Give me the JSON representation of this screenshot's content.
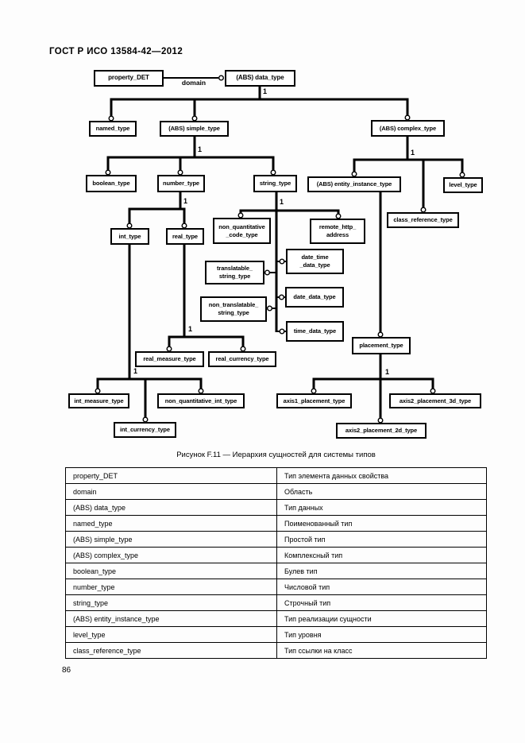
{
  "page": {
    "header": "ГОСТ Р ИСО 13584-42—2012",
    "page_number": "86"
  },
  "diagram": {
    "cardinality_label": "1",
    "relation_label": "domain",
    "caption": "Рисунок F.11 — Иерархия сущностей для системы типов",
    "nodes": {
      "property_det": "property_DET",
      "data_type": "(ABS) data_type",
      "named_type": "named_type",
      "simple_type": "(ABS) simple_type",
      "complex_type": "(ABS) complex_type",
      "boolean_type": "boolean_type",
      "number_type": "number_type",
      "string_type": "string_type",
      "entity_instance_type": "(ABS) entity_instance_type",
      "level_type": "level_type",
      "class_reference_type": "class_reference_type",
      "int_type": "int_type",
      "real_type": "real_type",
      "non_quantitative_code_type": "non_quantitative\n_code_type",
      "remote_http_address": "remote_http_\naddress",
      "translatable_string_type": "translatable_\nstring_type",
      "date_time_data_type": "date_time\n_data_type",
      "non_translatable_string_type": "non_translatable_\nstring_type",
      "date_data_type": "date_data_type",
      "time_data_type": "time_data_type",
      "placement_type": "placement_type",
      "real_measure_type": "real_measure_type",
      "real_currency_type": "real_currency_type",
      "int_measure_type": "int_measure_type",
      "non_quantitative_int_type": "non_quantitative_int_type",
      "int_currency_type": "int_currency_type",
      "axis1_placement_type": "axis1_placement_type",
      "axis2_placement_3d_type": "axis2_placement_3d_type",
      "axis2_placement_2d_type": "axis2_placement_2d_type"
    }
  },
  "table": {
    "rows": [
      {
        "term": "property_DET",
        "definition": "Тип элемента данных свойства"
      },
      {
        "term": "domain",
        "definition": "Область"
      },
      {
        "term": "(ABS) data_type",
        "definition": "Тип данных"
      },
      {
        "term": "named_type",
        "definition": "Поименованный тип"
      },
      {
        "term": "(ABS) simple_type",
        "definition": "Простой тип"
      },
      {
        "term": "(ABS) complex_type",
        "definition": "Комплексный тип"
      },
      {
        "term": "boolean_type",
        "definition": "Булев тип"
      },
      {
        "term": "number_type",
        "definition": "Числовой тип"
      },
      {
        "term": "string_type",
        "definition": "Строчный тип"
      },
      {
        "term": "(ABS) entity_instance_type",
        "definition": "Тип реализации сущности"
      },
      {
        "term": "level_type",
        "definition": "Тип уровня"
      },
      {
        "term": "class_reference_type",
        "definition": "Тип ссылки на класс"
      }
    ]
  }
}
